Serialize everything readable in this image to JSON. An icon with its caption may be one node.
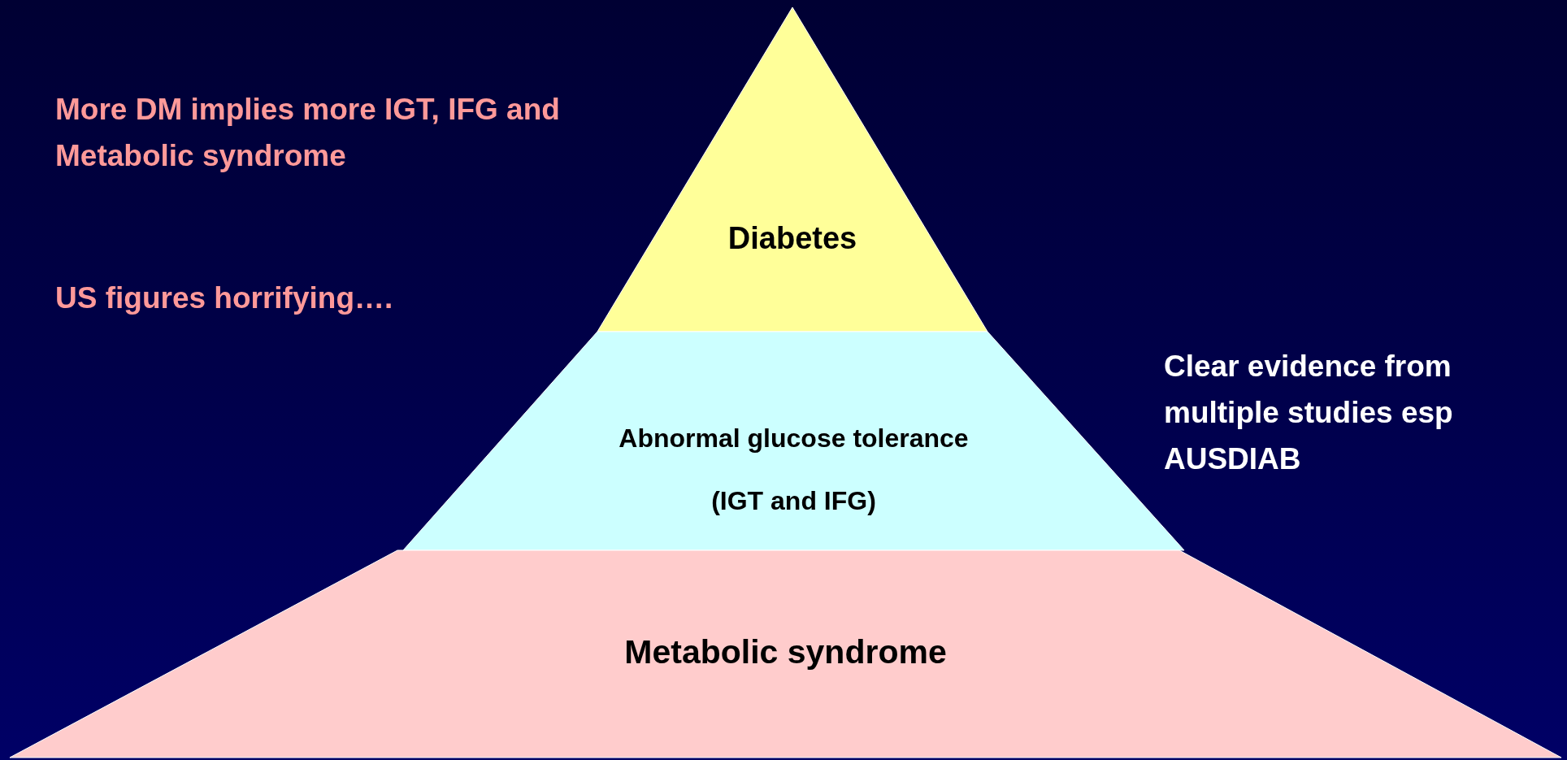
{
  "diagram": {
    "nodes": [
      {
        "text": [
          "Diabetes"
        ]
      },
      {
        "text": [
          "Abnormal glucose tolerance",
          "(IGT and IFG)"
        ]
      },
      {
        "text": [
          "Metabolic syndrome"
        ]
      }
    ],
    "labels": [
      "More DM implies more IGT, IFG and Metabolic syndrome",
      "US figures horrifying….",
      "Clear evidence from multiple studies esp AUSDIAB"
    ]
  }
}
